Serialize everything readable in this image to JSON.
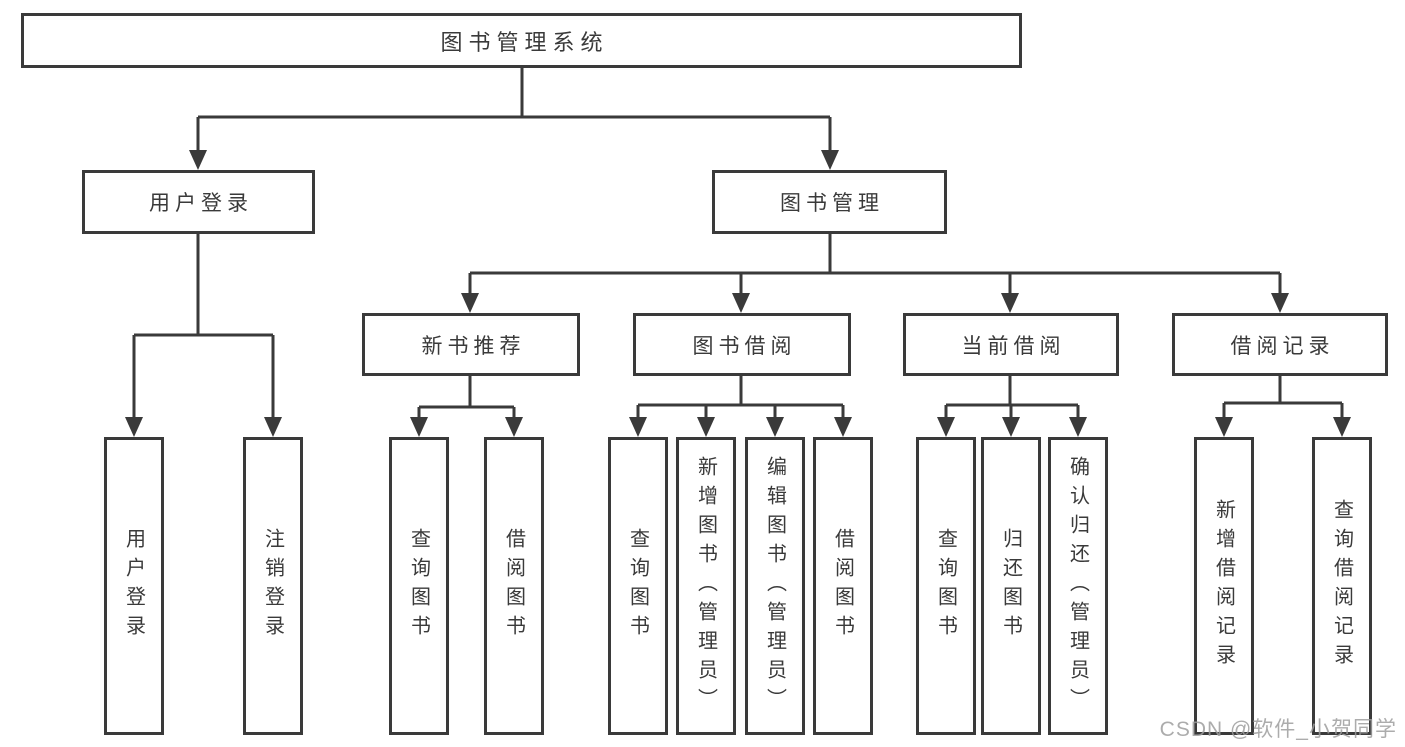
{
  "tree": {
    "root": {
      "label": "图书管理系统"
    },
    "branches": [
      {
        "label": "用户登录",
        "leaves": [
          "用户登录",
          "注销登录"
        ]
      },
      {
        "label": "图书管理",
        "groups": [
          {
            "label": "新书推荐",
            "leaves": [
              "查询图书",
              "借阅图书"
            ]
          },
          {
            "label": "图书借阅",
            "leaves": [
              "查询图书",
              "新增图书（管理员）",
              "编辑图书（管理员）",
              "借阅图书"
            ]
          },
          {
            "label": "当前借阅",
            "leaves": [
              "查询图书",
              "归还图书",
              "确认归还（管理员）"
            ]
          },
          {
            "label": "借阅记录",
            "leaves": [
              "新增借阅记录",
              "查询借阅记录"
            ]
          }
        ]
      }
    ]
  },
  "watermark": {
    "text": "CSDN @软件_小贺同学"
  },
  "colors": {
    "line": "#3a3a3a",
    "text": "#3a3a3a",
    "box_background": "#ffffff",
    "page_background": "#ffffff",
    "watermark": "#9e9e9e"
  }
}
